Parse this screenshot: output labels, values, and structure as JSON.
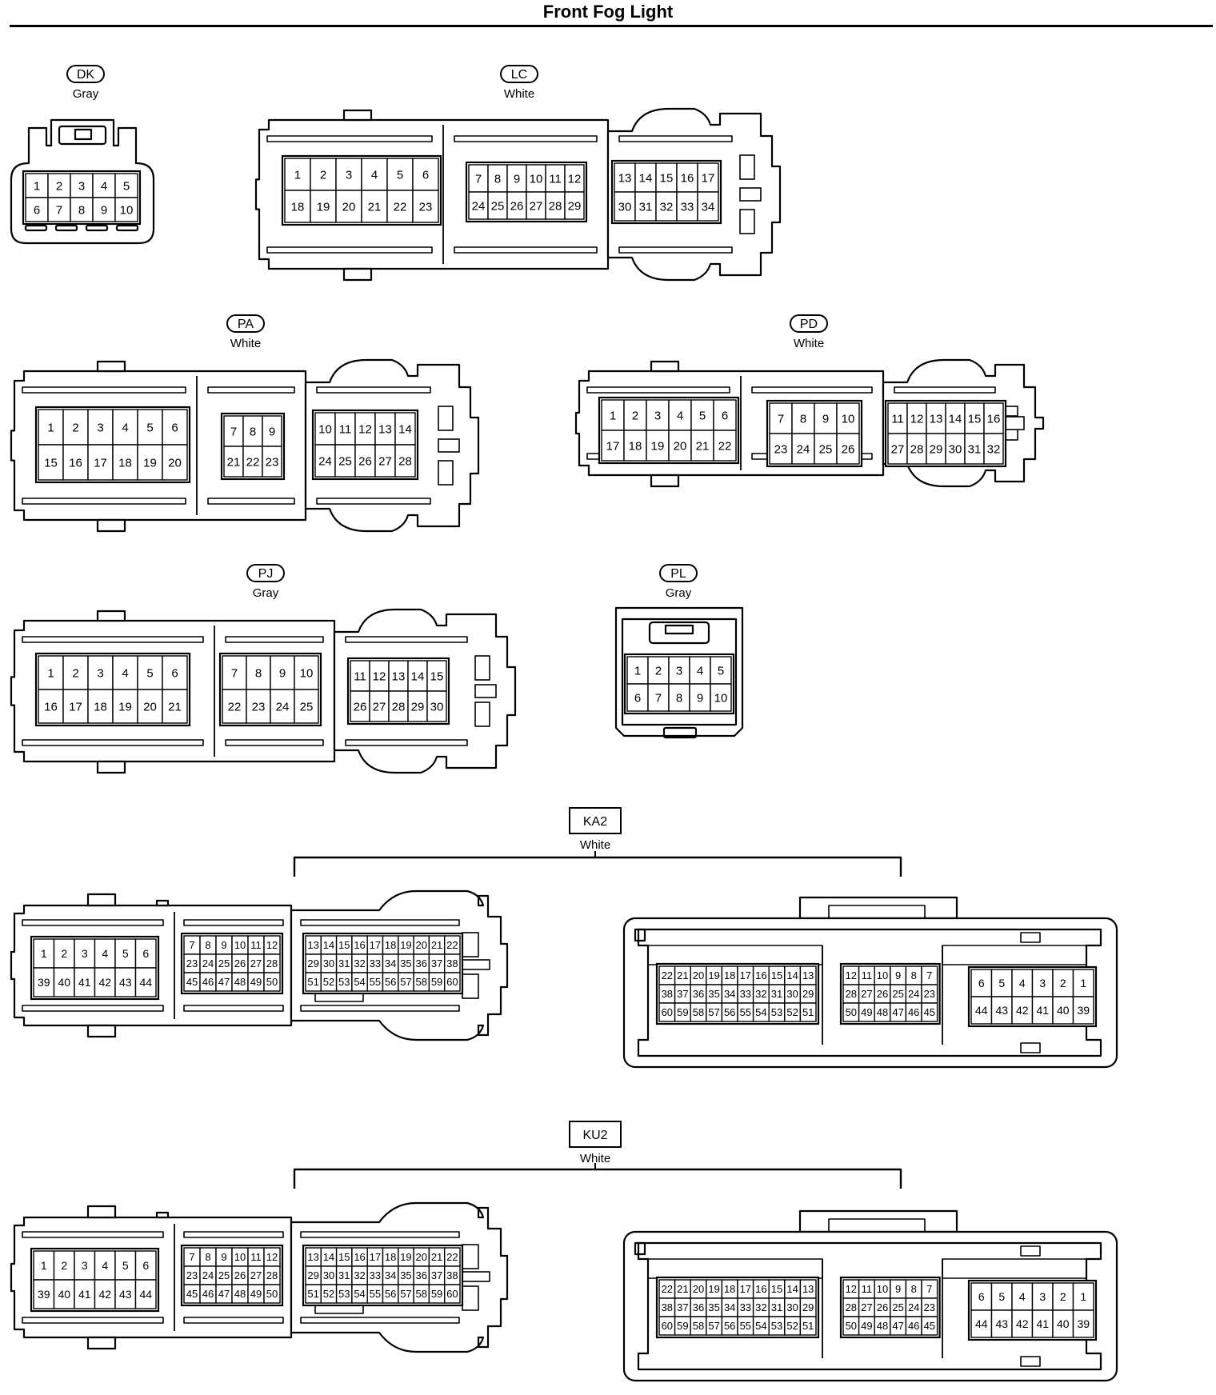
{
  "title": "Front Fog Light",
  "connectors": [
    {
      "id": "DK",
      "color": "Gray",
      "tag_style": "oval",
      "pins": [
        [
          "1",
          "2",
          "3",
          "4",
          "5"
        ],
        [
          "6",
          "7",
          "8",
          "9",
          "10"
        ]
      ]
    },
    {
      "id": "LC",
      "color": "White",
      "tag_style": "oval",
      "blocks": [
        [
          [
            "1",
            "2",
            "3",
            "4",
            "5",
            "6"
          ],
          [
            "18",
            "19",
            "20",
            "21",
            "22",
            "23"
          ]
        ],
        [
          [
            "7",
            "8",
            "9",
            "10",
            "11",
            "12"
          ],
          [
            "24",
            "25",
            "26",
            "27",
            "28",
            "29"
          ]
        ],
        [
          [
            "13",
            "14",
            "15",
            "16",
            "17"
          ],
          [
            "30",
            "31",
            "32",
            "33",
            "34"
          ]
        ]
      ]
    },
    {
      "id": "PA",
      "color": "White",
      "tag_style": "oval",
      "blocks": [
        [
          [
            "1",
            "2",
            "3",
            "4",
            "5",
            "6"
          ],
          [
            "15",
            "16",
            "17",
            "18",
            "19",
            "20"
          ]
        ],
        [
          [
            "7",
            "8",
            "9"
          ],
          [
            "21",
            "22",
            "23"
          ]
        ],
        [
          [
            "10",
            "11",
            "12",
            "13",
            "14"
          ],
          [
            "24",
            "25",
            "26",
            "27",
            "28"
          ]
        ]
      ]
    },
    {
      "id": "PD",
      "color": "White",
      "tag_style": "oval",
      "blocks": [
        [
          [
            "1",
            "2",
            "3",
            "4",
            "5",
            "6"
          ],
          [
            "17",
            "18",
            "19",
            "20",
            "21",
            "22"
          ]
        ],
        [
          [
            "7",
            "8",
            "9",
            "10"
          ],
          [
            "23",
            "24",
            "25",
            "26"
          ]
        ],
        [
          [
            "11",
            "12",
            "13",
            "14",
            "15",
            "16"
          ],
          [
            "27",
            "28",
            "29",
            "30",
            "31",
            "32"
          ]
        ]
      ]
    },
    {
      "id": "PJ",
      "color": "Gray",
      "tag_style": "oval",
      "blocks": [
        [
          [
            "1",
            "2",
            "3",
            "4",
            "5",
            "6"
          ],
          [
            "16",
            "17",
            "18",
            "19",
            "20",
            "21"
          ]
        ],
        [
          [
            "7",
            "8",
            "9",
            "10"
          ],
          [
            "22",
            "23",
            "24",
            "25"
          ]
        ],
        [
          [
            "11",
            "12",
            "13",
            "14",
            "15"
          ],
          [
            "26",
            "27",
            "28",
            "29",
            "30"
          ]
        ]
      ]
    },
    {
      "id": "PL",
      "color": "Gray",
      "tag_style": "oval",
      "pins": [
        [
          "1",
          "2",
          "3",
          "4",
          "5"
        ],
        [
          "6",
          "7",
          "8",
          "9",
          "10"
        ]
      ]
    },
    {
      "id": "KA2",
      "color": "White",
      "tag_style": "box",
      "left": [
        [
          [
            "1",
            "2",
            "3",
            "4",
            "5",
            "6"
          ],
          [
            "39",
            "40",
            "41",
            "42",
            "43",
            "44"
          ]
        ],
        [
          [
            "7",
            "8",
            "9",
            "10",
            "11",
            "12"
          ],
          [
            "23",
            "24",
            "25",
            "26",
            "27",
            "28"
          ],
          [
            "45",
            "46",
            "47",
            "48",
            "49",
            "50"
          ]
        ],
        [
          [
            "13",
            "14",
            "15",
            "16",
            "17",
            "18",
            "19",
            "20",
            "21",
            "22"
          ],
          [
            "29",
            "30",
            "31",
            "32",
            "33",
            "34",
            "35",
            "36",
            "37",
            "38"
          ],
          [
            "51",
            "52",
            "53",
            "54",
            "55",
            "56",
            "57",
            "58",
            "59",
            "60"
          ]
        ]
      ],
      "right": [
        [
          [
            "22",
            "21",
            "20",
            "19",
            "18",
            "17",
            "16",
            "15",
            "14",
            "13"
          ],
          [
            "38",
            "37",
            "36",
            "35",
            "34",
            "33",
            "32",
            "31",
            "30",
            "29"
          ],
          [
            "60",
            "59",
            "58",
            "57",
            "56",
            "55",
            "54",
            "53",
            "52",
            "51"
          ]
        ],
        [
          [
            "12",
            "11",
            "10",
            "9",
            "8",
            "7"
          ],
          [
            "28",
            "27",
            "26",
            "25",
            "24",
            "23"
          ],
          [
            "50",
            "49",
            "48",
            "47",
            "46",
            "45"
          ]
        ],
        [
          [
            "6",
            "5",
            "4",
            "3",
            "2",
            "1"
          ],
          [
            "44",
            "43",
            "42",
            "41",
            "40",
            "39"
          ]
        ]
      ]
    },
    {
      "id": "KU2",
      "color": "White",
      "tag_style": "box",
      "left": [
        [
          [
            "1",
            "2",
            "3",
            "4",
            "5",
            "6"
          ],
          [
            "39",
            "40",
            "41",
            "42",
            "43",
            "44"
          ]
        ],
        [
          [
            "7",
            "8",
            "9",
            "10",
            "11",
            "12"
          ],
          [
            "23",
            "24",
            "25",
            "26",
            "27",
            "28"
          ],
          [
            "45",
            "46",
            "47",
            "48",
            "49",
            "50"
          ]
        ],
        [
          [
            "13",
            "14",
            "15",
            "16",
            "17",
            "18",
            "19",
            "20",
            "21",
            "22"
          ],
          [
            "29",
            "30",
            "31",
            "32",
            "33",
            "34",
            "35",
            "36",
            "37",
            "38"
          ],
          [
            "51",
            "52",
            "53",
            "54",
            "55",
            "56",
            "57",
            "58",
            "59",
            "60"
          ]
        ]
      ],
      "right": [
        [
          [
            "22",
            "21",
            "20",
            "19",
            "18",
            "17",
            "16",
            "15",
            "14",
            "13"
          ],
          [
            "38",
            "37",
            "36",
            "35",
            "34",
            "33",
            "32",
            "31",
            "30",
            "29"
          ],
          [
            "60",
            "59",
            "58",
            "57",
            "56",
            "55",
            "54",
            "53",
            "52",
            "51"
          ]
        ],
        [
          [
            "12",
            "11",
            "10",
            "9",
            "8",
            "7"
          ],
          [
            "28",
            "27",
            "26",
            "25",
            "24",
            "23"
          ],
          [
            "50",
            "49",
            "48",
            "47",
            "46",
            "45"
          ]
        ],
        [
          [
            "6",
            "5",
            "4",
            "3",
            "2",
            "1"
          ],
          [
            "44",
            "43",
            "42",
            "41",
            "40",
            "39"
          ]
        ]
      ]
    }
  ]
}
